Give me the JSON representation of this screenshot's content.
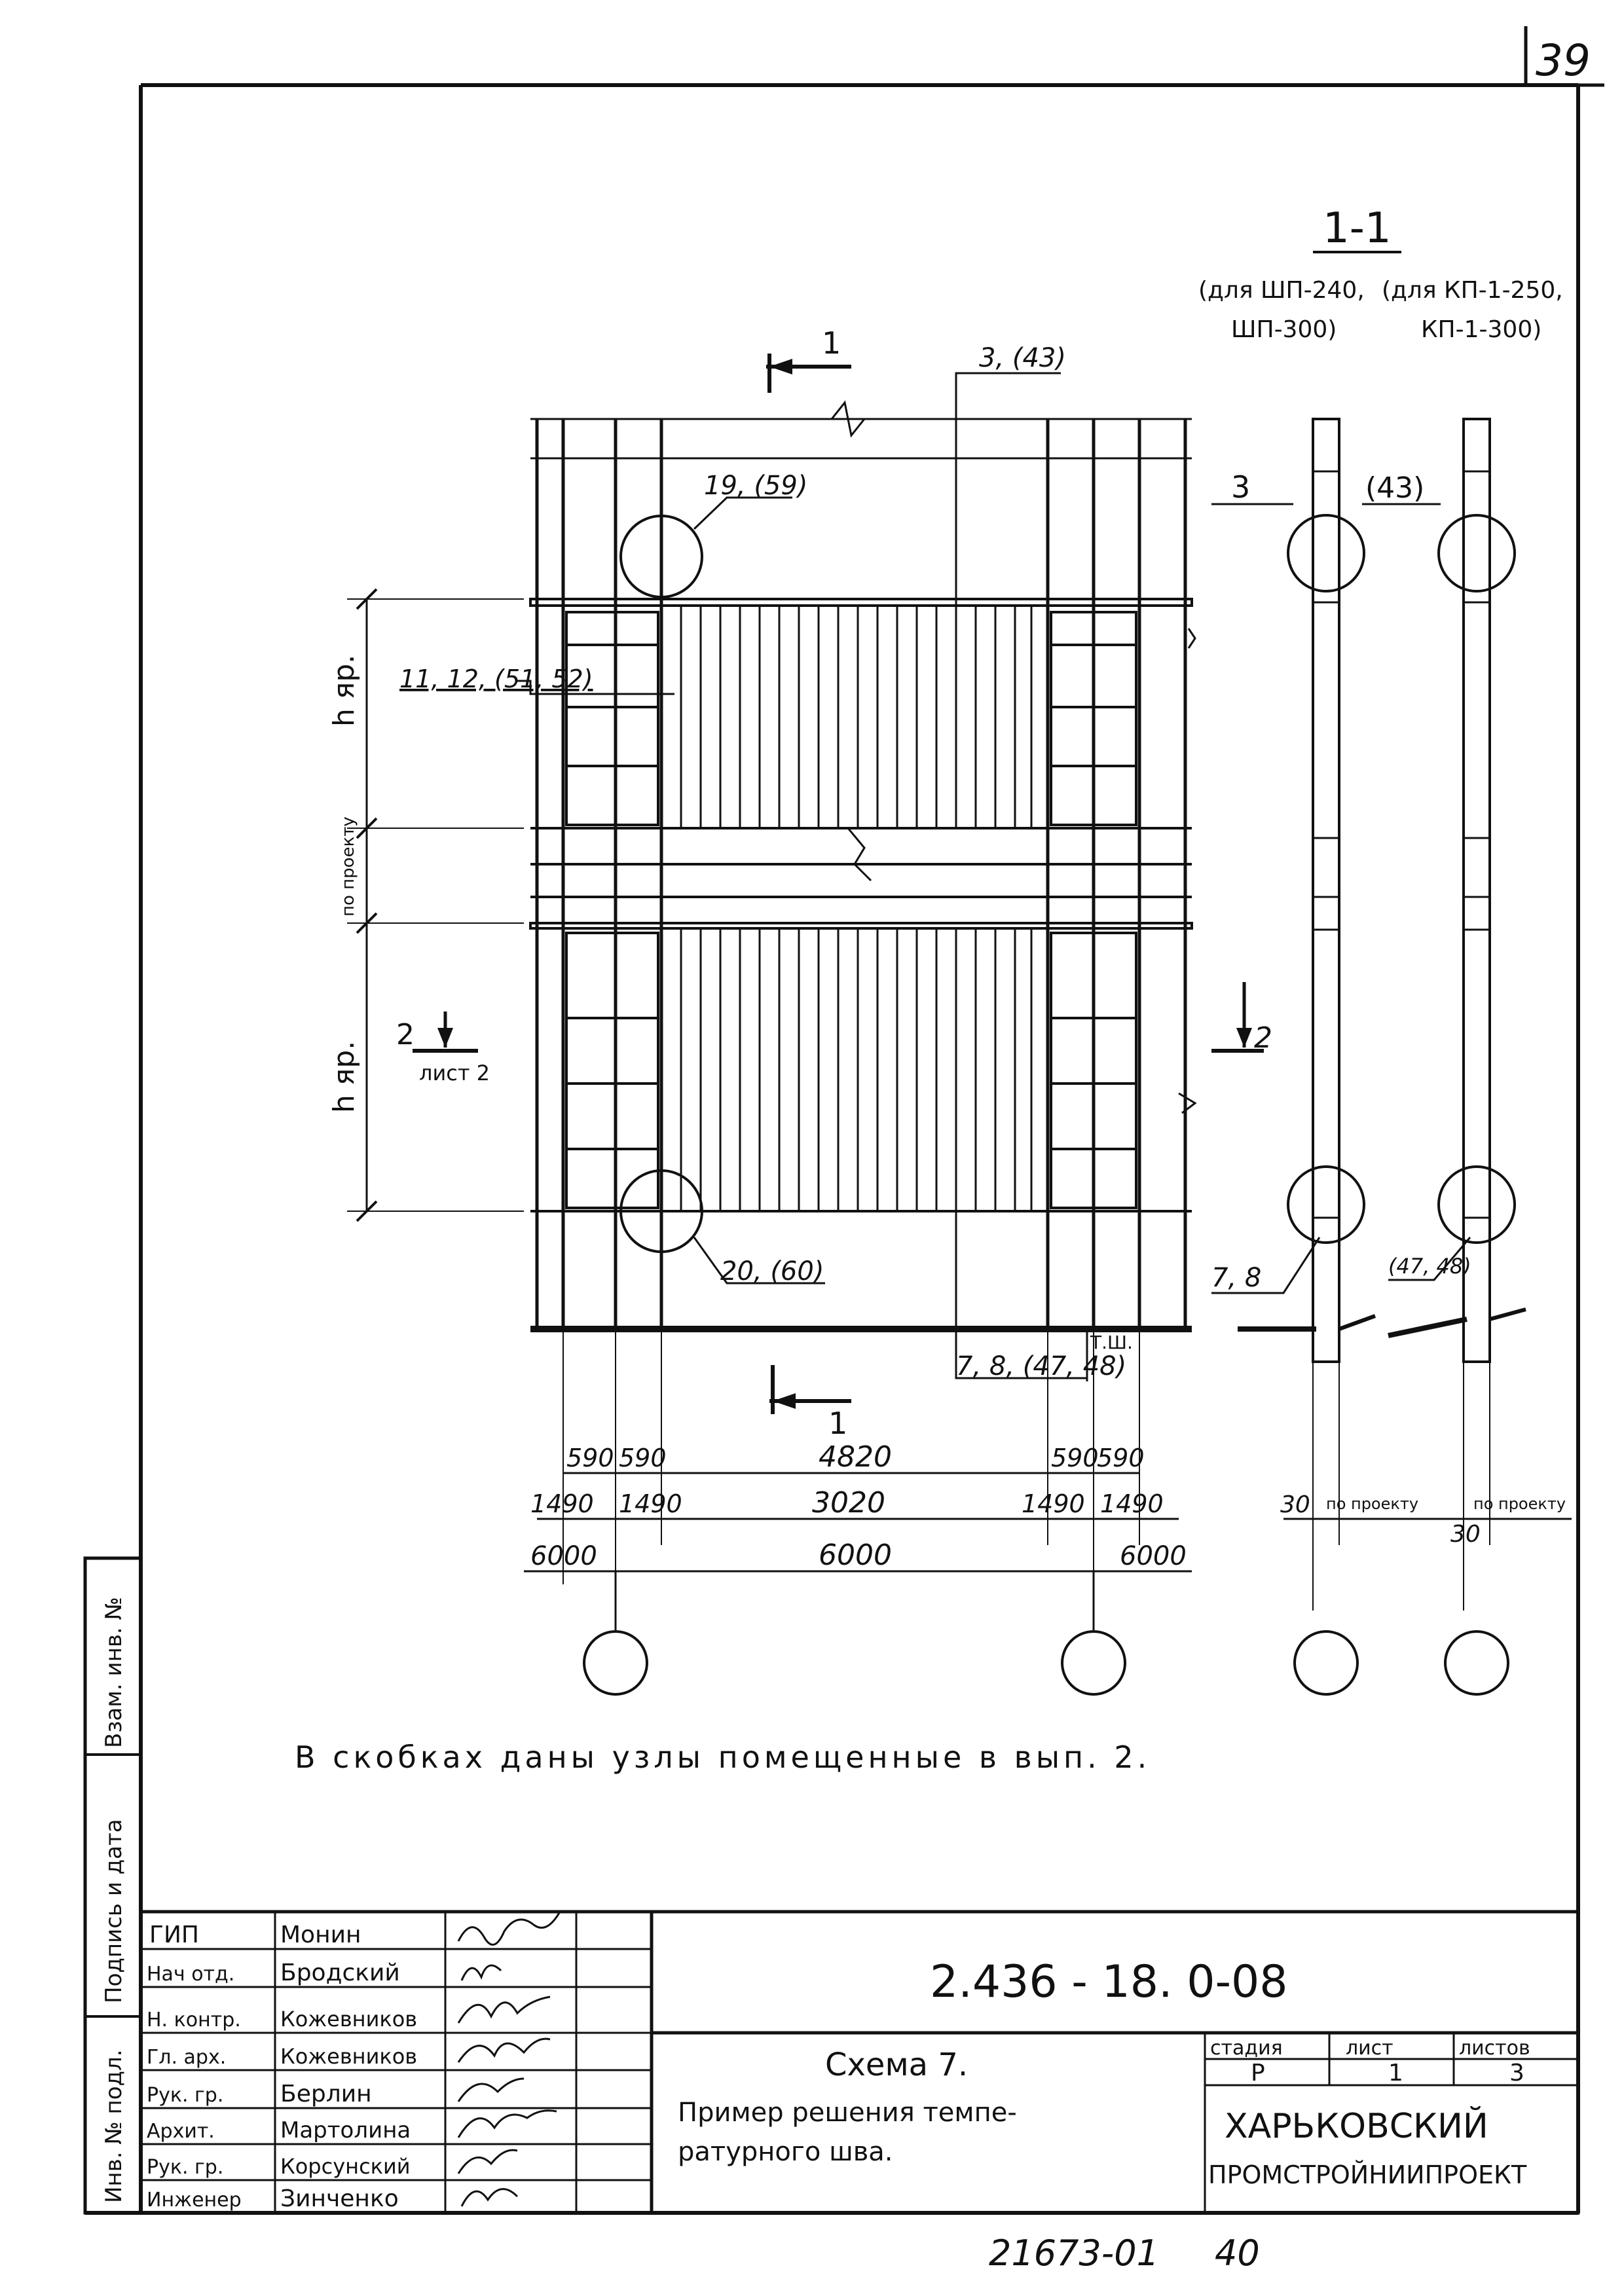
{
  "sheet_number": "39",
  "section": {
    "title": "1-1",
    "left_col": "(для ШП-240,\nШП-300)",
    "left_col_l1": "(для ШП-240,",
    "left_col_l2": "ШП-300)",
    "right_col_l1": "(для КП-1-250,",
    "right_col_l2": "КП-1-300)"
  },
  "elevation": {
    "cut_mark_top": "1",
    "cut_mark_bottom": "1",
    "section2_left": "2",
    "section2_left_sheet": "лист 2",
    "section2_right": "2",
    "labels": {
      "panel_ref": "3, (43)",
      "node_top": "19, (59)",
      "node_bottom": "20, (60)",
      "window_ref": "11, 12, (51, 52)",
      "bottom_ref": "7, 8, (47, 48)",
      "ts": "Т.Ш.",
      "h_tier_top": "h яр.",
      "h_tier_bottom": "h яр.",
      "by_project": "по проекту"
    },
    "dimensions": {
      "row1": [
        "590",
        "590",
        "4820",
        "590",
        "590"
      ],
      "row2": [
        "1490",
        "1490",
        "3020",
        "1490",
        "1490"
      ],
      "row3": [
        "6000",
        "6000",
        "6000"
      ]
    }
  },
  "section_view": {
    "label_left": "3",
    "label_right": "(43)",
    "label_bottom_left": "7, 8",
    "label_bottom_right": "(47, 48)",
    "dim_30": "30",
    "dim_by_project_1": "по проекту",
    "dim_by_project_2": "по проекту",
    "dim_30_b": "30"
  },
  "note": "В скобках даны узлы помещенные в вып. 2.",
  "side_stamp": {
    "field1": "Взам. инв. №",
    "field2": "Подпись и дата",
    "field3": "Инв. № подл."
  },
  "title_block": {
    "document_code": "2.436 - 18. 0-08",
    "title_l1": "Схема 7.",
    "title_l2": "Пример решения темпе-",
    "title_l3": "ратурного шва.",
    "stage_header": "стадия",
    "sheet_header": "лист",
    "sheets_header": "листов",
    "stage": "Р",
    "sheet": "1",
    "sheets": "3",
    "organization_l1": "ХАРЬКОВСКИЙ",
    "organization_l2": "ПРОМСТРОЙНИИПРОЕКТ",
    "staff": [
      {
        "role": "ГИП",
        "name": "Монин"
      },
      {
        "role": "Нач отд.",
        "name": "Бродский"
      },
      {
        "role": "Н. контр.",
        "name": "Кожевников"
      },
      {
        "role": "Гл. арх.",
        "name": "Кожевников"
      },
      {
        "role": "Рук. гр.",
        "name": "Берлин"
      },
      {
        "role": "Архит.",
        "name": "Мартолина"
      },
      {
        "role": "Рук. гр.",
        "name": "Корсунский"
      },
      {
        "role": "Инженер",
        "name": "Зинченко"
      }
    ]
  },
  "bottom_numbers": {
    "inventory": "21673-01",
    "page": "40"
  }
}
